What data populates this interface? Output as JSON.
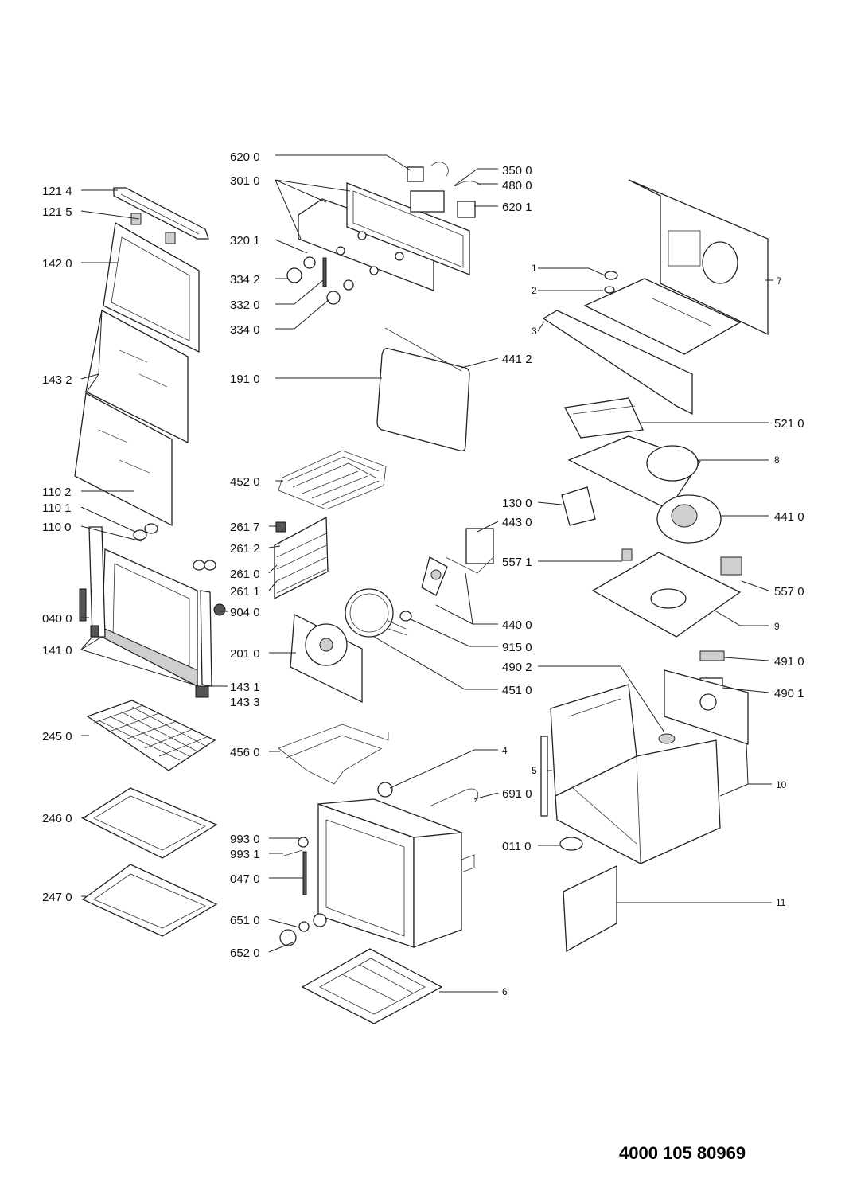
{
  "document_code": "4000 105 80969",
  "labels": [
    {
      "id": "6200",
      "text": "620 0"
    },
    {
      "id": "3500",
      "text": "350 0"
    },
    {
      "id": "3010",
      "text": "301 0"
    },
    {
      "id": "4800",
      "text": "480 0"
    },
    {
      "id": "6201",
      "text": "620 1"
    },
    {
      "id": "1214",
      "text": "121 4"
    },
    {
      "id": "1215",
      "text": "121 5"
    },
    {
      "id": "1420",
      "text": "142 0"
    },
    {
      "id": "3201",
      "text": "320 1"
    },
    {
      "id": "3342",
      "text": "334 2"
    },
    {
      "id": "3320",
      "text": "332 0"
    },
    {
      "id": "3340",
      "text": "334 0"
    },
    {
      "id": "4412",
      "text": "441 2"
    },
    {
      "id": "1432",
      "text": "143 2"
    },
    {
      "id": "1910",
      "text": "191 0"
    },
    {
      "id": "4520",
      "text": "452 0"
    },
    {
      "id": "1102",
      "text": "110 2"
    },
    {
      "id": "1101",
      "text": "110 1"
    },
    {
      "id": "1100",
      "text": "110 0"
    },
    {
      "id": "2617",
      "text": "261 7"
    },
    {
      "id": "2612",
      "text": "261 2"
    },
    {
      "id": "2610",
      "text": "261 0"
    },
    {
      "id": "2611",
      "text": "261 1"
    },
    {
      "id": "0400",
      "text": "040 0"
    },
    {
      "id": "9040",
      "text": "904 0"
    },
    {
      "id": "1410",
      "text": "141 0"
    },
    {
      "id": "2010",
      "text": "201 0"
    },
    {
      "id": "1431",
      "text": "143 1"
    },
    {
      "id": "1433",
      "text": "143 3"
    },
    {
      "id": "2450",
      "text": "245 0"
    },
    {
      "id": "4560",
      "text": "456 0"
    },
    {
      "id": "2460",
      "text": "246 0"
    },
    {
      "id": "9930",
      "text": "993 0"
    },
    {
      "id": "9931",
      "text": "993 1"
    },
    {
      "id": "0470",
      "text": "047 0"
    },
    {
      "id": "2470",
      "text": "247 0"
    },
    {
      "id": "6510",
      "text": "651 0"
    },
    {
      "id": "6520",
      "text": "652 0"
    },
    {
      "id": "1300",
      "text": "130 0"
    },
    {
      "id": "4430",
      "text": "443 0"
    },
    {
      "id": "5571",
      "text": "557 1"
    },
    {
      "id": "4400",
      "text": "440 0"
    },
    {
      "id": "9150",
      "text": "915 0"
    },
    {
      "id": "4902",
      "text": "490 2"
    },
    {
      "id": "4510",
      "text": "451 0"
    },
    {
      "id": "6910",
      "text": "691 0"
    },
    {
      "id": "0110",
      "text": "011 0"
    },
    {
      "id": "5210",
      "text": "521 0"
    },
    {
      "id": "4410",
      "text": "441 0"
    },
    {
      "id": "5570",
      "text": "557 0"
    },
    {
      "id": "4910",
      "text": "491 0"
    },
    {
      "id": "4901",
      "text": "490 1"
    },
    {
      "id": "n1",
      "text": "1"
    },
    {
      "id": "n2",
      "text": "2"
    },
    {
      "id": "n3",
      "text": "3"
    },
    {
      "id": "n4",
      "text": "4"
    },
    {
      "id": "n5",
      "text": "5"
    },
    {
      "id": "n6",
      "text": "6"
    },
    {
      "id": "n7",
      "text": "7"
    },
    {
      "id": "n8",
      "text": "8"
    },
    {
      "id": "n9",
      "text": "9"
    },
    {
      "id": "n10",
      "text": "10"
    },
    {
      "id": "n11",
      "text": "11"
    }
  ]
}
